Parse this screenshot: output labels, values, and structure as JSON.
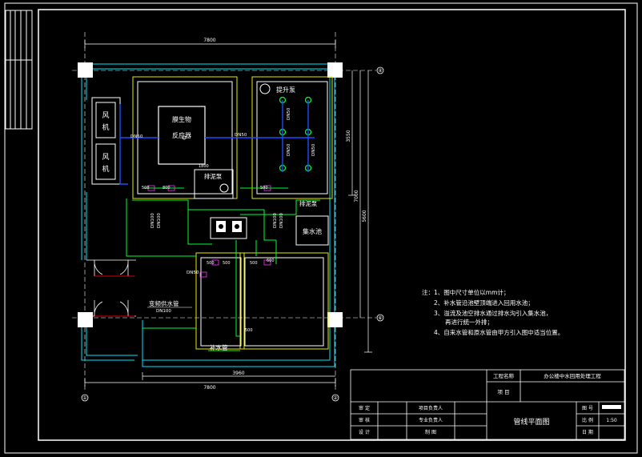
{
  "dimensions": {
    "top_total": "7800",
    "bottom_total": "7800",
    "bottom_inner": "3960",
    "right_upper": "3550",
    "right_mid": "7000",
    "right_total": "5600"
  },
  "rooms": {
    "fan_1": "风\n机",
    "fan_2": "风\n机",
    "reactor_line1": "膜生物",
    "reactor_line2": "反应器",
    "lift_pump": "提升泵",
    "sludge_pump_1": "排泥泵",
    "sludge_pump_2": "排泥泵",
    "collection_tank": "集水池",
    "replenish_pipe": "补水管",
    "reserve_pipe": "变频供水管"
  },
  "pipe_labels": {
    "dn50_a": "DN50",
    "dn50_b": "DN50",
    "dn50_c": "DN50",
    "dn50_d": "DN50",
    "dn50_e": "DN50",
    "dn50_f": "DN50",
    "dn100_a": "DN100",
    "dn100_b": "DN100",
    "dn100_c": "DN100",
    "dn100_d": "DN100",
    "dn100_e": "DN100",
    "d500_a": "500",
    "d800": "800",
    "d500_b": "500",
    "d500_c": "500",
    "d500_d": "500",
    "d500_e": "500",
    "d500_f": "500",
    "d1800": "1800",
    "d600": "600"
  },
  "axis_markers": {
    "a": "①",
    "b": "②",
    "c": "④",
    "d": "⑥"
  },
  "notes": {
    "line1": "注：1、图中尺寸单位以mm计；",
    "line2": "2、补水管沿池壁顶端进入回用水池；",
    "line3": "3、溢流及池空排水通过排水沟引入集水池，",
    "line3b": "再进行统一外排；",
    "line4": "4、自来水管和原水管由甲方引入图中适当位置。"
  },
  "title_block": {
    "project_label": "工程名称",
    "project_value": "办公楼中水回用处理工程",
    "item_label": "项  目",
    "review": "审    定",
    "check": "审    核",
    "design": "设    计",
    "project_lead": "项目负责人",
    "discipline_lead": "专业负责人",
    "drafting": "制    图",
    "drawing_title": "管线平面图",
    "drawing_no_label": "图  号",
    "scale_label": "比  例",
    "scale_value": "1:50",
    "date_label": "日  期"
  }
}
